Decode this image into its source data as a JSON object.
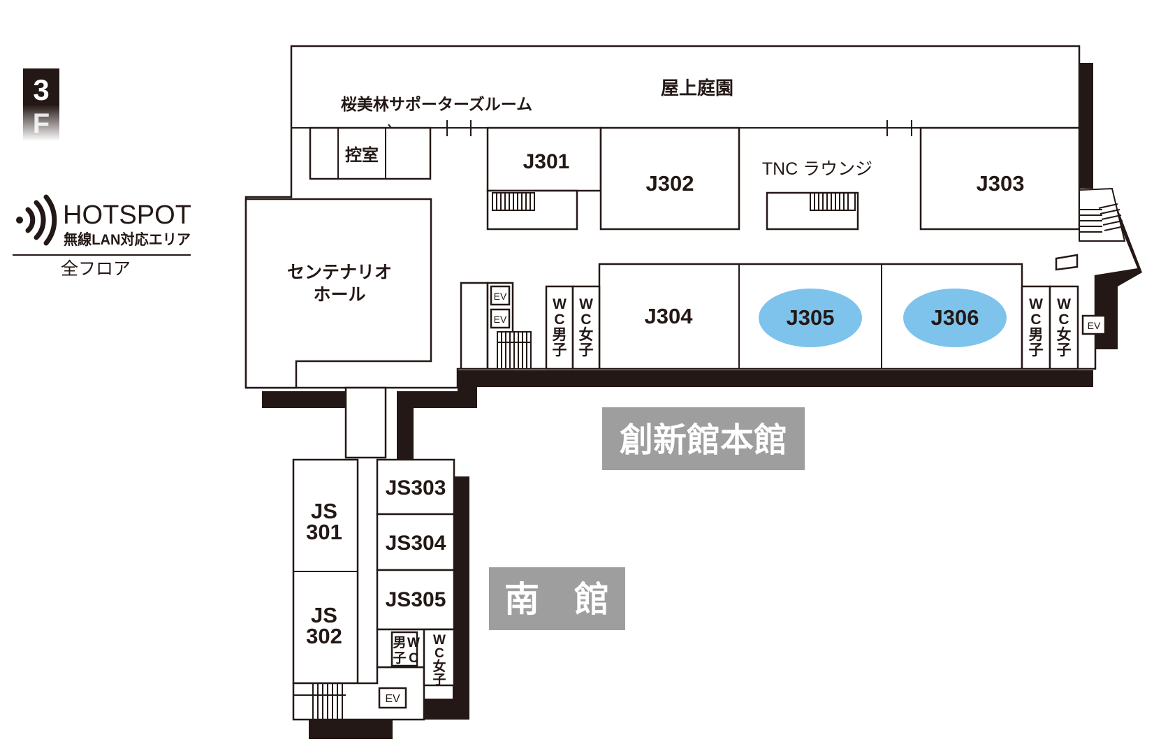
{
  "floor": {
    "number": "3",
    "letter": "F"
  },
  "hotspot": {
    "title": "HOTSPOT",
    "subtitle": "無線LAN対応エリア",
    "coverage": "全フロア",
    "icon": "wifi-signal-icon"
  },
  "buildings": {
    "main": "創新館本館",
    "south": "南　館"
  },
  "areas": {
    "rooftop": "屋上庭園",
    "supporters_room": "桜美林サポーターズルーム",
    "waiting_room": "控室",
    "hall_line1": "センテナリオ",
    "hall_line2": "ホール",
    "lounge": "TNC ラウンジ"
  },
  "rooms": {
    "j301": "J301",
    "j302": "J302",
    "j303": "J303",
    "j304": "J304",
    "j305": "J305",
    "j306": "J306",
    "js301_a": "JS",
    "js301_b": "301",
    "js302_a": "JS",
    "js302_b": "302",
    "js303": "JS303",
    "js304": "JS304",
    "js305": "JS305"
  },
  "facilities": {
    "ev": "EV",
    "wc_men": [
      "W",
      "C",
      "男",
      "子"
    ],
    "wc_women": [
      "W",
      "C",
      "女",
      "子"
    ],
    "wc_south_men": [
      "男",
      "子"
    ],
    "wc_south_men_wc": [
      "W",
      "C"
    ],
    "wc_south_women": [
      "W",
      "C",
      "女",
      "子"
    ]
  },
  "colors": {
    "ink": "#231815",
    "highlight": "#7ec3ec",
    "label_bg": "#9e9e9e",
    "label_text": "#ffffff"
  }
}
